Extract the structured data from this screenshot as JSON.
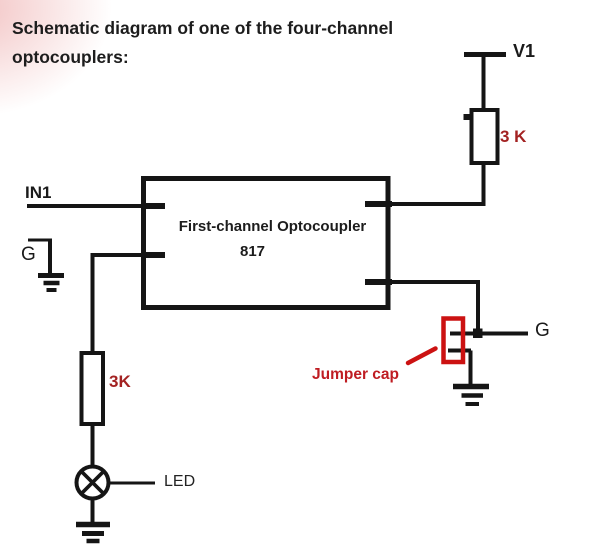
{
  "title": {
    "line1": "Schematic diagram of one of the four-channel",
    "line2": "optocouplers:"
  },
  "schematic": {
    "power": {
      "label": "V1"
    },
    "pullup_resistor": {
      "value": "3 K"
    },
    "input_pin": {
      "label": "IN1"
    },
    "left_ground": {
      "label": "G"
    },
    "optocoupler": {
      "title": "First-channel Optocoupler",
      "part_number": "817"
    },
    "led_resistor": {
      "value": "3K"
    },
    "led": {
      "label": "LED"
    },
    "jumper": {
      "label": "Jumper cap"
    },
    "right_ground": {
      "label": "G"
    }
  },
  "colors": {
    "wire": "#151515",
    "resistor_label_red": "#a32222",
    "jumper_red": "#cc1212",
    "jumper_label_red": "#bf1c22",
    "background": "#ffffff"
  }
}
